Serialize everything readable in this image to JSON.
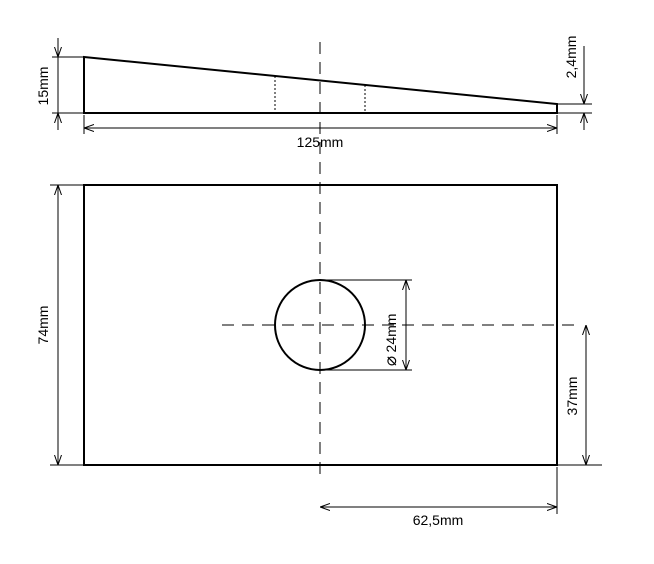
{
  "dimensions": {
    "thick_end": "15mm",
    "thin_end": "2,4mm",
    "length": "125mm",
    "width": "74mm",
    "hole_diameter": "24mm",
    "diameter_symbol": "⌀",
    "half_width": "37mm",
    "half_length": "62,5mm"
  }
}
